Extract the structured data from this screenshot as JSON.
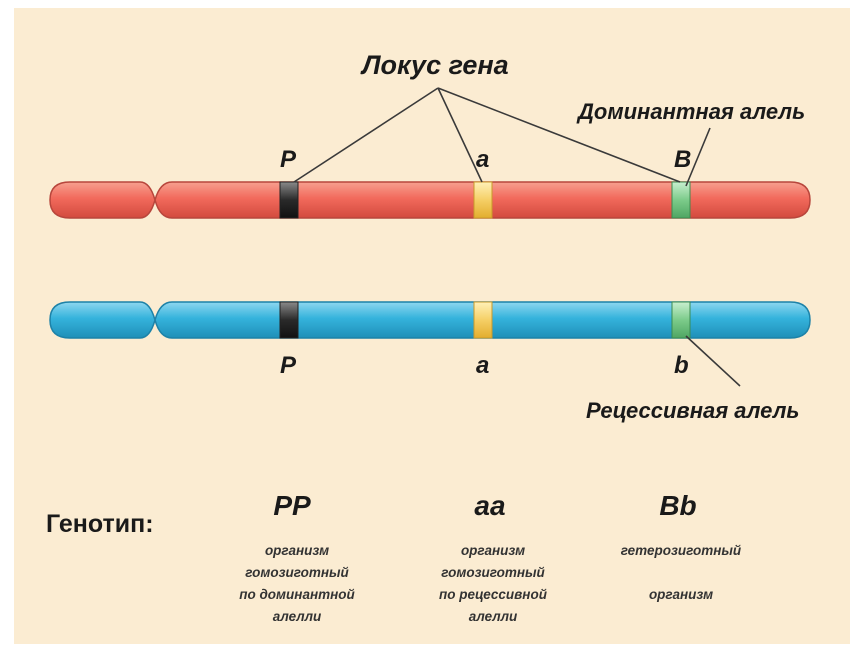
{
  "labels": {
    "locus": "Локус гена",
    "dominant": "Доминантная алель",
    "recessive": "Рецессивная алель"
  },
  "top_chromosome": {
    "color": "#f26a5c",
    "alleles": [
      "P",
      "a",
      "B"
    ]
  },
  "bottom_chromosome": {
    "color": "#35b3dc",
    "alleles": [
      "P",
      "a",
      "b"
    ]
  },
  "band_colors": {
    "P": "#2a2a2a",
    "a": "#f5cf66",
    "B": "#7ccb8a"
  },
  "genotype": {
    "label": "Генотип:",
    "items": [
      {
        "code": "PP",
        "description": [
          "организм",
          "гомозиготный",
          "по доминантной",
          "алелли"
        ]
      },
      {
        "code": "aa",
        "description": [
          "организм",
          "гомозиготный",
          "по рецессивной",
          "алелли"
        ]
      },
      {
        "code": "Bb",
        "description": [
          "гетерозиготный",
          "",
          "организм",
          ""
        ]
      }
    ]
  }
}
